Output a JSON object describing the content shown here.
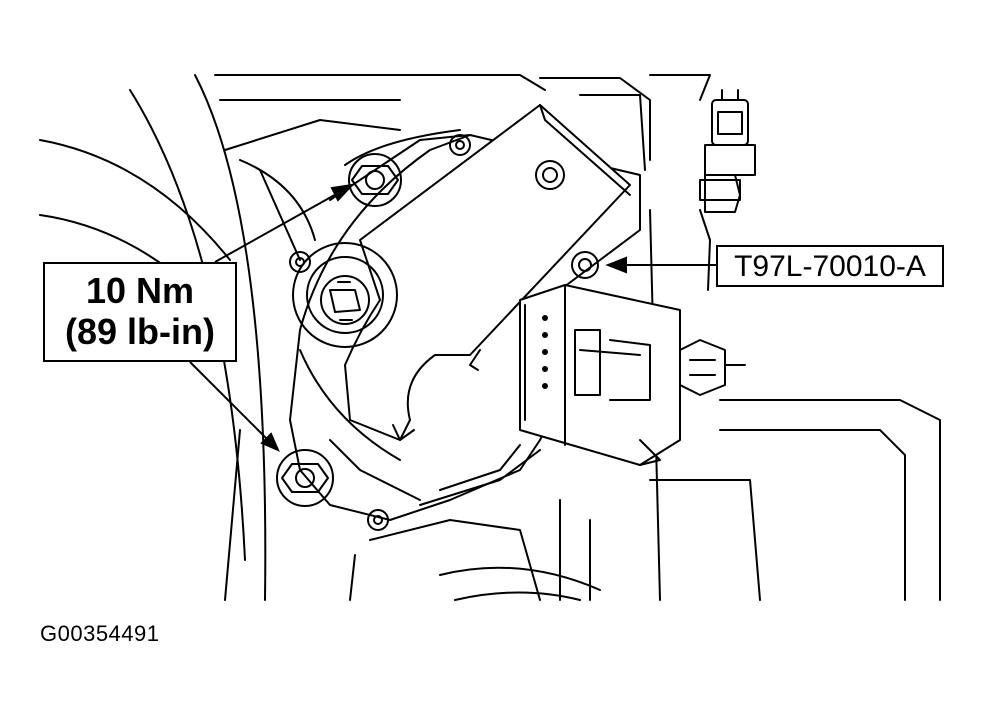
{
  "torque_callout": {
    "line1": "10 Nm",
    "line2": "(89 lb-in)"
  },
  "tool_callout": "T97L-70010-A",
  "figure_id": "G00354491",
  "colors": {
    "line": "#000000",
    "background": "#ffffff"
  }
}
